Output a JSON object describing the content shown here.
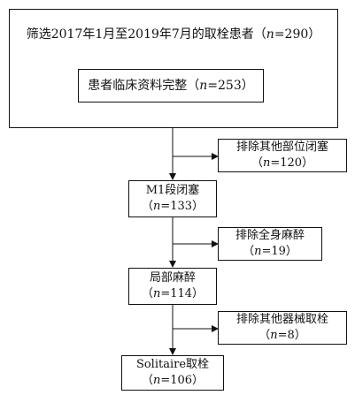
{
  "flowchart": {
    "screening": {
      "prefix": "筛选2017年1月至2019年7月的取栓患者（",
      "n_label": "n",
      "suffix": "=290）"
    },
    "complete": {
      "prefix": "患者临床资料完整（",
      "n_label": "n",
      "suffix": "=253）"
    },
    "exclude_other_sites": {
      "title": "排除其他部位闭塞",
      "prefix": "（",
      "n_label": "n",
      "suffix": "=120）"
    },
    "m1": {
      "title": "M1段闭塞",
      "prefix": "（",
      "n_label": "n",
      "suffix": "=133）"
    },
    "exclude_general": {
      "title": "排除全身麻醉",
      "prefix": "（",
      "n_label": "n",
      "suffix": "=19）"
    },
    "local": {
      "title": "局部麻醉",
      "prefix": "（",
      "n_label": "n",
      "suffix": "=114）"
    },
    "exclude_devices": {
      "title": "排除其他器械取栓",
      "prefix": "（",
      "n_label": "n",
      "suffix": "=8）"
    },
    "solitaire": {
      "title": "Solitaire取栓",
      "prefix": "（",
      "n_label": "n",
      "suffix": "=106）"
    }
  }
}
